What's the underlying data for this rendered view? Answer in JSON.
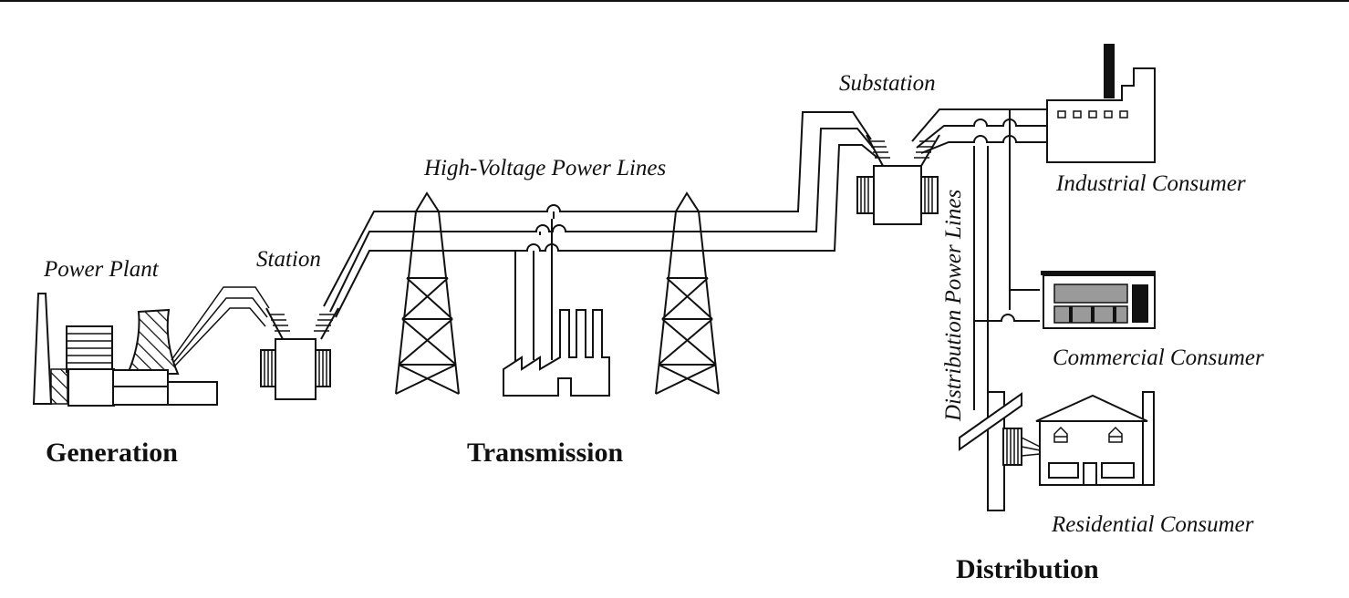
{
  "labels": {
    "power_plant": "Power Plant",
    "station": "Station",
    "high_voltage_lines": "High-Voltage Power Lines",
    "substation": "Substation",
    "distribution_lines": "Distribution Power Lines",
    "industrial": "Industrial Consumer",
    "commercial": "Commercial Consumer",
    "residential": "Residential Consumer"
  },
  "sections": {
    "generation": "Generation",
    "transmission": "Transmission",
    "distribution": "Distribution"
  }
}
